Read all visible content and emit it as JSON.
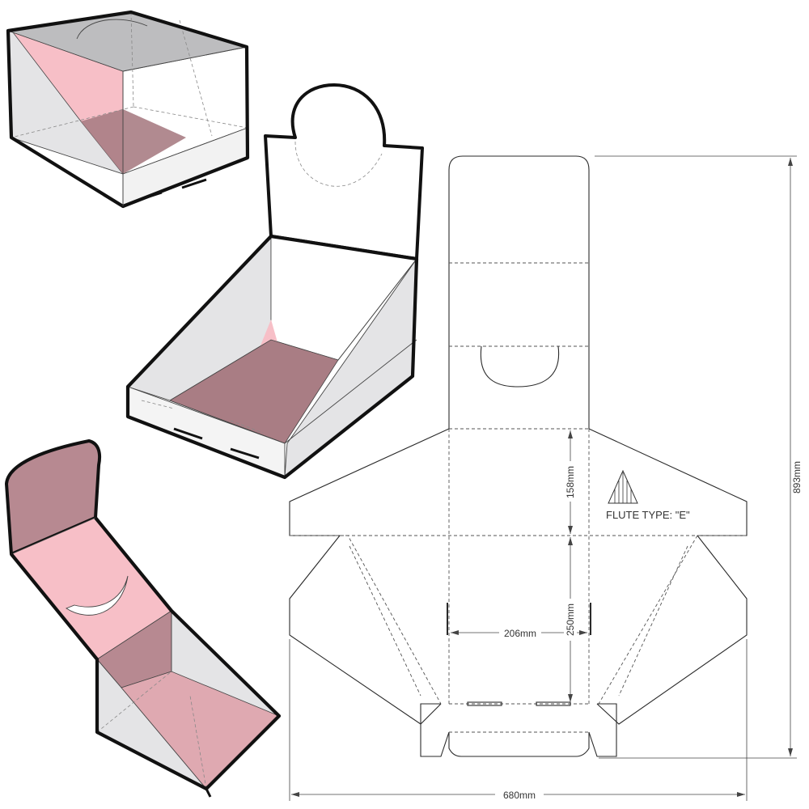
{
  "colors": {
    "outline": "#111111",
    "panel_grey": "#e4e4e6",
    "roof_grey": "#bdbdbf",
    "pink": "#f7bfc7",
    "mauve": "#a97d84",
    "mauve_dark": "#b78991",
    "dieline": "#2a2a2a"
  },
  "dieline": {
    "flute_label": "FLUTE TYPE: \"E\"",
    "flute_icon": "triangle-hatched-icon",
    "dimensions": {
      "height_total": "893mm",
      "width_total": "680mm",
      "base_width": "206mm",
      "base_depth": "250mm",
      "back_height": "158mm"
    }
  },
  "views": [
    {
      "name": "closed-box-view"
    },
    {
      "name": "open-display-view"
    },
    {
      "name": "assembly-in-progress-view"
    }
  ]
}
